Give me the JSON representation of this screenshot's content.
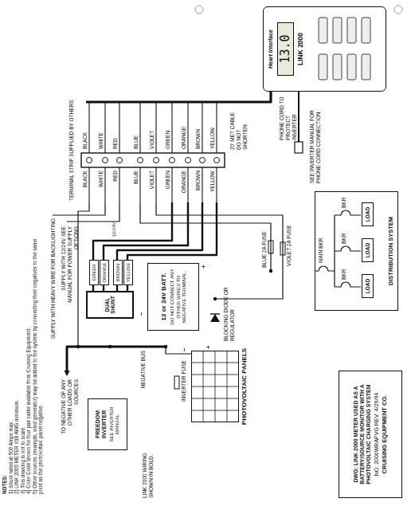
{
  "diagram": {
    "nodes": [
      {
        "text": [
          "Heart Interface",
          "13.0",
          "LINK 2000"
        ]
      },
      {
        "text": [
          "DUAL SHUNT"
        ]
      },
      {
        "text": [
          "GREEN"
        ]
      },
      {
        "text": [
          "ORANGE"
        ]
      },
      {
        "text": [
          "BROWN"
        ]
      },
      {
        "text": [
          "YELLOW"
        ]
      },
      {
        "text": [
          "12 or 24V BATT.",
          "DO NOT CONNECT ANY OTHER WIRES TO NEGATIVE TERMINAL."
        ]
      },
      {
        "text": [
          "FREEDOM INVERTER",
          "SEE INVERTER MANUAL"
        ]
      },
      {
        "text": [
          "PHOTOVOLTAIC PANELS"
        ]
      },
      {
        "text": [
          "DISTRIBUTION SYSTEM"
        ]
      },
      {
        "text": [
          "LOAD"
        ],
        "in": 9
      },
      {
        "text": [
          "LOAD"
        ],
        "in": 9
      },
      {
        "text": [
          "LOAD"
        ],
        "in": 9
      },
      {
        "text": [
          "DWG: LINK 2000 METER USED AS A BATTERY/SOURCE MONITOR WITH A PHOTOVOLTAIC CHARGING SYSTEM",
          "NO: 2000WRAPVG REV: 4/29/94",
          "CRUISING EQUIPMENT CO."
        ]
      }
    ],
    "edges": [
      {
        "from": 6,
        "to": 1,
        "arrow": "none"
      },
      {
        "from": 1,
        "to": 7,
        "arrow": "none"
      },
      {
        "from": 8,
        "to": 6,
        "arrow": "none"
      },
      {
        "from": 6,
        "to": 9,
        "arrow": "none"
      },
      {
        "from": 6,
        "to": 7,
        "arrow": "none"
      }
    ],
    "labels": [
      "NOTES:",
      "1) Shunt rated at 500 Amps max.",
      "2) LINK 2000 METER #18 AWG minimum.",
      "3) This drawing is not to scale.",
      "4) Color Code shown for four pair cable available from Cruising Equipment.",
      "5) Other sources (example, wind generator) may be added to the system by connecting their negatives to the same point as the photovoltaic panel negative.",
      "SUPPLY WITH HEAVY WIRE FOR BACKLIGHTING",
      "SUPPLY WITH 12/24V SEE MANUAL FOR POWER SUPPLY OPTIONS",
      "12/24V",
      "TERMINAL STRIP SUPPLIED BY OTHERS",
      "BLACK",
      "WHITE",
      "RED",
      "BLUE",
      "VIOLET",
      "GREEN",
      "ORANGE",
      "BROWN",
      "YELLOW",
      "BLACK",
      "WHITE",
      "RED",
      "BLUE",
      "VIOLET",
      "GREEN",
      "ORANGE",
      "BROWN",
      "YELLOW",
      "20' MET CABLE DO NOT SHORTEN",
      "PHONE CORD TO PROTECT INVERTER",
      "SEE INVERTER MANUAL FOR PHONE CORD CONNECTION",
      "TO NEGATIVE OF ANY OTHER LOADS OR SOURCES",
      "NEGATIVE BUS",
      "LINK 2000 WIRING SHOWN IN BOLD.",
      "INVERTER FUSE",
      "BLOCKING DIODE OR REGULATOR",
      "BLUE 2A FUSE",
      "VIOLET 2A FUSE",
      "+",
      "−",
      "+",
      "−",
      "MAIN BKR",
      "BKR",
      "BKR",
      "BKR"
    ]
  }
}
